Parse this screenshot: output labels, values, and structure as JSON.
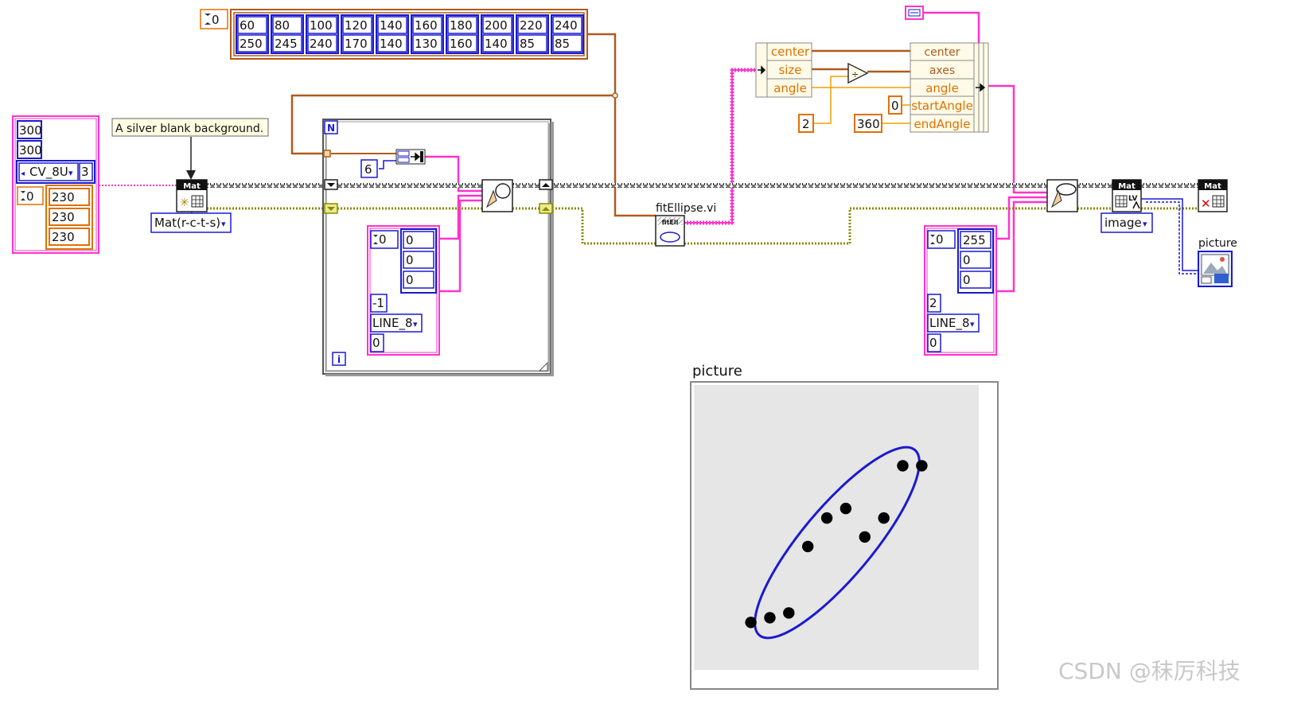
{
  "array_index": "0",
  "points": {
    "x": [
      "60",
      "80",
      "100",
      "120",
      "140",
      "160",
      "180",
      "200",
      "220",
      "240"
    ],
    "y": [
      "250",
      "245",
      "240",
      "170",
      "140",
      "130",
      "160",
      "140",
      "85",
      "85"
    ]
  },
  "size_cluster": {
    "rows": "300",
    "cols": "300",
    "type": "CV_8U",
    "channels": "3",
    "scalar_index": "0",
    "scalar": [
      "230",
      "230",
      "230"
    ]
  },
  "comment": "A silver blank background.",
  "mat_icon_text": "Mat",
  "mat_constructor": "Mat(r-c-t-s)",
  "for_loop": {
    "n": "N",
    "i": "i"
  },
  "radius": "6",
  "circle_color": {
    "index": "0",
    "values": [
      "0",
      "0",
      "0"
    ],
    "thickness": "-1",
    "line_type": "LINE_8",
    "shift": "0"
  },
  "fit_ellipse": {
    "label": "fitEllipse.vi",
    "icon_text": "fitEll"
  },
  "rotated_rect": {
    "fields": [
      "center",
      "size",
      "angle"
    ]
  },
  "ellipse_params": {
    "fields": [
      "center",
      "axes",
      "angle",
      "startAngle",
      "endAngle"
    ],
    "start_angle": "0",
    "end_angle": "360"
  },
  "divisor": "2",
  "ellipse_color": {
    "index": "0",
    "values": [
      "255",
      "0",
      "0"
    ],
    "thickness": "2",
    "line_type": "LINE_8",
    "shift": "0"
  },
  "convert_select": "image",
  "terminal_label": "picture",
  "picture": {
    "label": "picture"
  },
  "watermark": "CSDN @秣厉科技",
  "colors": {
    "pink": "#ff33cc",
    "orange": "#e07000",
    "blue": "#1a1ad0",
    "brown": "#b05a1e",
    "olive": "#8a8a00"
  }
}
